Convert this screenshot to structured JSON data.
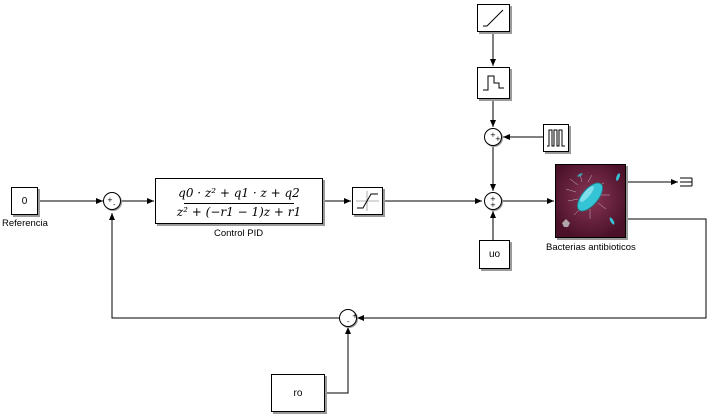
{
  "blocks": {
    "referencia": {
      "value": "0",
      "label": "Referencia"
    },
    "pid": {
      "numerator": "q0 · z² + q1 · z + q2",
      "denominator": "z² + (−r1 − 1)z + r1",
      "label": "Control PID"
    },
    "plant": {
      "label": "Bacterias antibioticos"
    },
    "uo": {
      "value": "uo"
    },
    "ro": {
      "value": "ro"
    }
  },
  "sum_signs": {
    "ref_sum": {
      "top": "+",
      "bottom": "-"
    },
    "pulse_sum": {
      "top": "+",
      "bottom": "+"
    },
    "input_sum": {
      "top": "+",
      "bottom": "+"
    },
    "feedback_sum": {
      "top": "+",
      "bottom": "-"
    }
  },
  "icons": [
    "ramp-icon",
    "step-icon",
    "pulse-generator-icon",
    "saturation-icon",
    "bacteria-icon",
    "scope-output-icon"
  ],
  "colors": {
    "line": "#000000",
    "block_shadow": "#9a9a9a",
    "plant_bg": "#6b1f3c",
    "bacteria": "#35c4d6"
  }
}
